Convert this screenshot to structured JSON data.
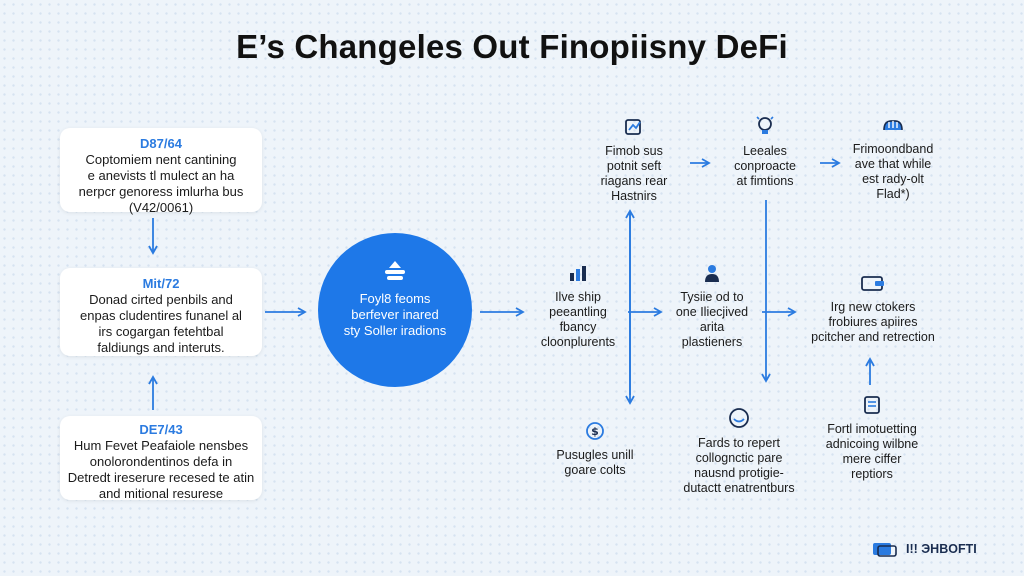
{
  "title": "E’s Changeles Out Finopiisny DeFi",
  "cards": [
    {
      "code": "D87/64",
      "lines": [
        "Coptomiem nent cantining",
        "e anevists tl mulect an ha",
        "nerpcr genoress imlurha bus",
        "(V42/0061)"
      ]
    },
    {
      "code": "Mit/72",
      "lines": [
        "Donad cirted penbils and",
        "enpas cludentires funanel al",
        "irs cogargan fetehtbal",
        "faldiungs and interuts."
      ]
    },
    {
      "code": "DE7/43",
      "lines": [
        "Hum Fevet Peafaiole nensbes",
        "onolorondentinos defa in",
        "Detredt ireserure recesed te atin",
        "and mitional resurese"
      ]
    }
  ],
  "hub": {
    "lines": [
      "Foyl8 feoms",
      "berfever inared",
      "sty Soller iradions"
    ]
  },
  "nodes": {
    "n1": [
      "Fimob sus",
      "potnit seft",
      "riagans rear",
      "Hastnirs"
    ],
    "n2": [
      "Leeales",
      "conproacte",
      "at fimtions"
    ],
    "n3": [
      "Frimoondband",
      "ave that while",
      "est rady-olt",
      "Flad*)"
    ],
    "n4": [
      "Ilve ship",
      "peeantling",
      "fbancy",
      "cloonplurents"
    ],
    "n5": [
      "Tysiie od to",
      "one Iliecjived",
      "arita",
      "plastieners"
    ],
    "n6": [
      "Irg new ctokers",
      "frobiures apiires",
      "pcitcher and retrection"
    ],
    "n7": [
      "Pusugles unill",
      "goare colts"
    ],
    "n8": [
      "Fards to repert",
      "collognctic pare",
      "nausnd protigie-",
      "dutactt enatrentburs"
    ],
    "n9": [
      "Fortl imotuetting",
      "adnicoing wilbne",
      "mere ciffer",
      "reptiors"
    ]
  },
  "logo": {
    "text": "I!! ЭНBOFTI"
  },
  "colors": {
    "accent": "#1e78e8",
    "arrow": "#2b7be0",
    "background": "#eef4fa"
  },
  "icons": [
    "bank-card-icon",
    "lightbulb-icon",
    "hands-icon",
    "chart-icon",
    "person-icon",
    "wallet-icon",
    "dollar-coin-icon",
    "smile-icon",
    "document-icon",
    "coins-icon",
    "logo-mark-icon"
  ]
}
